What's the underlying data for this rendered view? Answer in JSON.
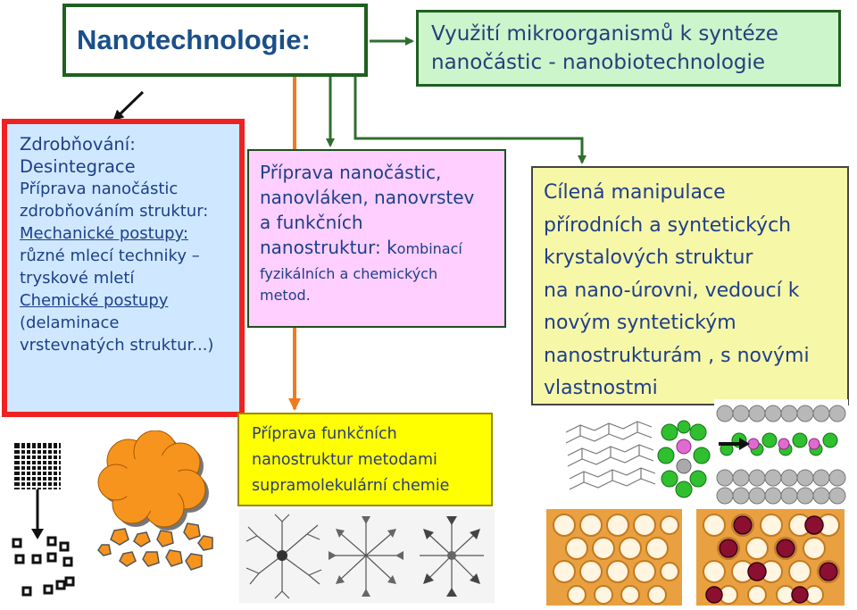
{
  "title": "Nanotechnologie:",
  "bio_box": {
    "lines": [
      "Využití mikroorganismů  k syntéze",
      "nanočástic - nanobiotechnologie"
    ]
  },
  "left_box": {
    "lines": [
      "Zdrobňování:",
      "Desintegrace",
      "Příprava nanočástic",
      "zdrobňováním struktur:",
      "Mechanické postupy:",
      "různé mlecí techniky –",
      "tryskové mletí",
      "Chemické postupy",
      "(delaminace",
      "vrstevnatých struktur...)"
    ]
  },
  "mid_box": {
    "lines": [
      "Příprava nanočástic,",
      "nanovláken,  nanovrstev",
      "a funkčních",
      "nanostruktur: k"
    ],
    "small_suffix": "ombinací",
    "small_lines": [
      "fyzikálních a chemických",
      "metod."
    ]
  },
  "supra_box": {
    "lines": [
      "Příprava funkčních",
      "nanostruktur metodami",
      "supramolekulární chemie"
    ]
  },
  "right_box": {
    "lines": [
      "Cílená manipulace",
      "přírodních a syntetických",
      "krystalových struktur",
      "na nano-úrovni, vedoucí k",
      "novým syntetickým",
      "nanostrukturám , s novými",
      "vlastnostmi"
    ]
  },
  "colors": {
    "title_text": "#1a4f8a",
    "green_border": "#1f5f1f",
    "bio_bg": "#ccf5cc",
    "left_border": "#ee2222",
    "left_bg": "#cfe8ff",
    "mid_bg": "#ffcfff",
    "supra_bg": "#ffff00",
    "right_bg": "#f7f7a8",
    "arrow_green": "#2d6e2d",
    "arrow_orange": "#f07a20"
  }
}
